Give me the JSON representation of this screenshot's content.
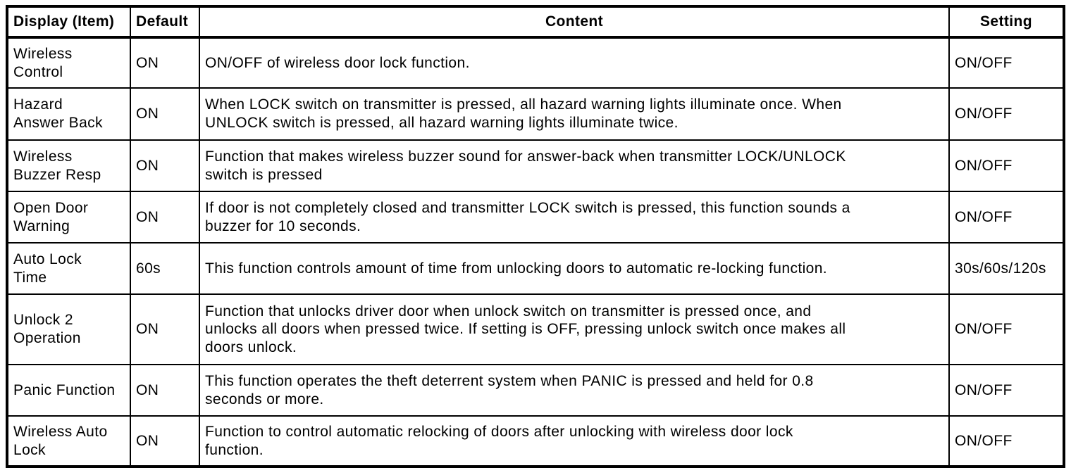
{
  "table": {
    "headers": {
      "item": "Display (Item)",
      "default": "Default",
      "content": "Content",
      "setting": "Setting"
    },
    "rows": [
      {
        "item": "Wireless\nControl",
        "default": "ON",
        "content": "ON/OFF of wireless door lock function.",
        "setting": "ON/OFF"
      },
      {
        "item": "Hazard\nAnswer Back",
        "default": "ON",
        "content": "When LOCK switch on transmitter is pressed, all hazard warning lights illuminate once. When\nUNLOCK switch is pressed, all hazard warning lights illuminate twice.",
        "setting": "ON/OFF"
      },
      {
        "item": "Wireless\nBuzzer Resp",
        "default": "ON",
        "content": "Function that makes wireless buzzer sound for answer-back when transmitter LOCK/UNLOCK\nswitch is pressed",
        "setting": "ON/OFF"
      },
      {
        "item": "Open Door\nWarning",
        "default": "ON",
        "content": "If door is not completely closed and transmitter LOCK switch is pressed, this function sounds a\nbuzzer for 10 seconds.",
        "setting": "ON/OFF"
      },
      {
        "item": "Auto Lock\nTime",
        "default": "60s",
        "content": "This function controls amount of time from unlocking doors to automatic re-locking function.",
        "setting": "30s/60s/120s"
      },
      {
        "item": "Unlock 2\nOperation",
        "default": "ON",
        "content": "Function that unlocks driver door when unlock switch on transmitter is pressed once, and\nunlocks all doors when pressed twice. If setting is OFF, pressing unlock switch once makes all\ndoors unlock.",
        "setting": "ON/OFF"
      },
      {
        "item": "Panic Function",
        "default": "ON",
        "content": "This function operates the theft deterrent system when PANIC is pressed and held for 0.8\nseconds or more.",
        "setting": "ON/OFF"
      },
      {
        "item": "Wireless Auto\nLock",
        "default": "ON",
        "content": "Function to control automatic relocking of doors after unlocking with wireless door lock\nfunction.",
        "setting": "ON/OFF"
      }
    ]
  }
}
